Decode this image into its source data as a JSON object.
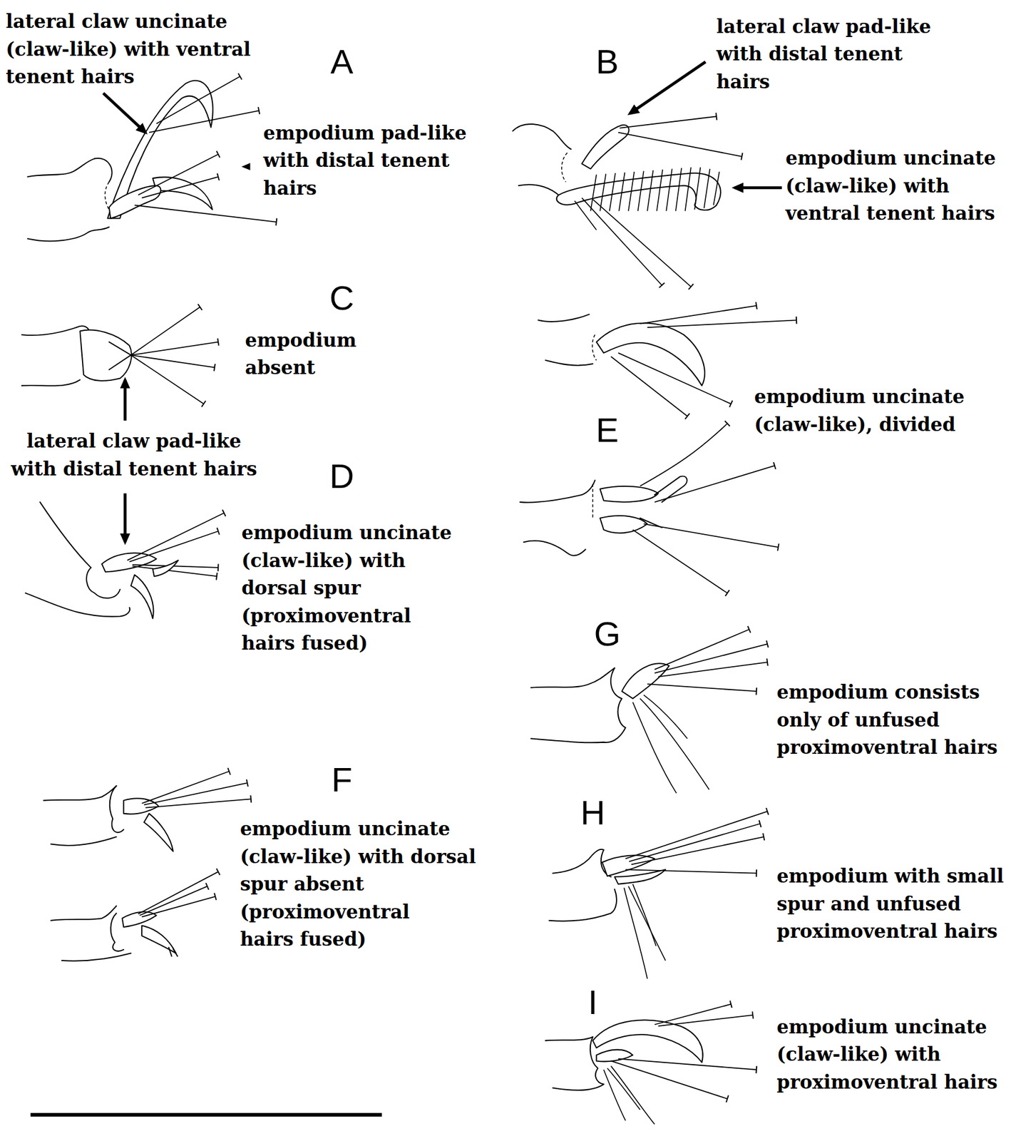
{
  "diagram": {
    "labels": [
      "lateral claw uncinate (claw-like) with ventral tenent hairs",
      "A",
      "empodium pad-like with distal tenent hairs",
      "B",
      "lateral claw pad-like with distal tenent hairs",
      "empodium uncinate (claw-like) with ventral tenent hairs",
      "C",
      "empodium absent",
      "lateral claw pad-like with distal tenent hairs",
      "D",
      "empodium uncinate (claw-like) with dorsal spur (proximoventral hairs fused)",
      "empodium uncinate (claw-like), divided",
      "E",
      "G",
      "empodium consists only of unfused proximoventral hairs",
      "F",
      "empodium uncinate (claw-like) with dorsal spur absent (proximoventral hairs fused)",
      "H",
      "empodium with small spur and unfused proximoventral hairs",
      "I",
      "empodium uncinate (claw-like) with proximoventral hairs"
    ]
  }
}
